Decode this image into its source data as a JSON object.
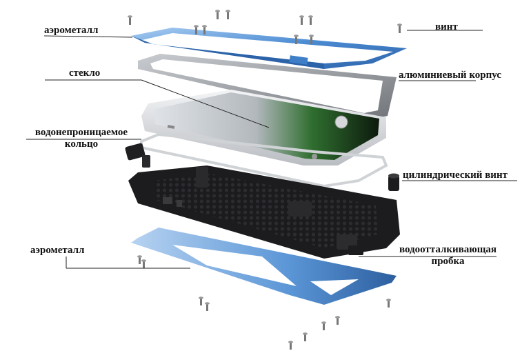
{
  "labels": {
    "aerometal_top": "аэрометалл",
    "screw": "винт",
    "glass": "стекло",
    "aluminum_case": "алюминиевый корпус",
    "waterproof_ring_line1": "водонепроницаемое",
    "waterproof_ring_line2": "кольцо",
    "cylinder_screw": "цилиндрический винт",
    "aerometal_bottom": "аэрометалл",
    "water_plug_line1": "водоотталкивающая",
    "water_plug_line2": "пробка"
  },
  "colors": {
    "aerometal_blue": "#3f7fc8",
    "aerometal_light": "#9cc4ee",
    "aluminum_gray": "#8c8f94",
    "rubber_black": "#1c1c1e",
    "screen_green": "#3c8a3a",
    "leader_line": "#222222"
  }
}
